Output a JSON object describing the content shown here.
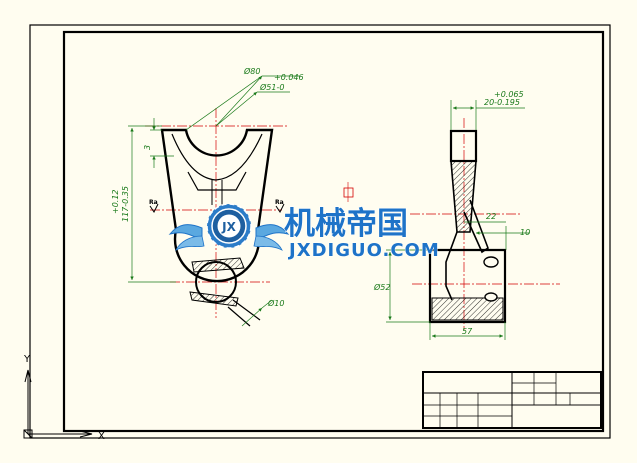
{
  "colors": {
    "background": "#fffdf0",
    "outline": "#000000",
    "dimension": "#1a7a1a",
    "centerline": "#d40000",
    "logo": "#1e73c8"
  },
  "dimensions": {
    "dia80": "Ø80",
    "tol_plus_046": "+0.046",
    "dia51": "Ø51-0",
    "dim3": "3",
    "tol_plus_012": "+0.12",
    "dim117": "117-0.35",
    "dia10": "Ø10",
    "tol_plus_065": "+0.065",
    "dim20": "20-0.195",
    "dim22": "22",
    "dim10": "10",
    "dia52": "Ø52",
    "dim57": "57"
  },
  "roughness": {
    "left": "Ra",
    "right": "Ra"
  },
  "watermark": {
    "badge": "JX",
    "cn": "机械帝国",
    "en": "JXDIGUO.COM"
  },
  "ucs": {
    "x": "X",
    "y": "Y"
  }
}
